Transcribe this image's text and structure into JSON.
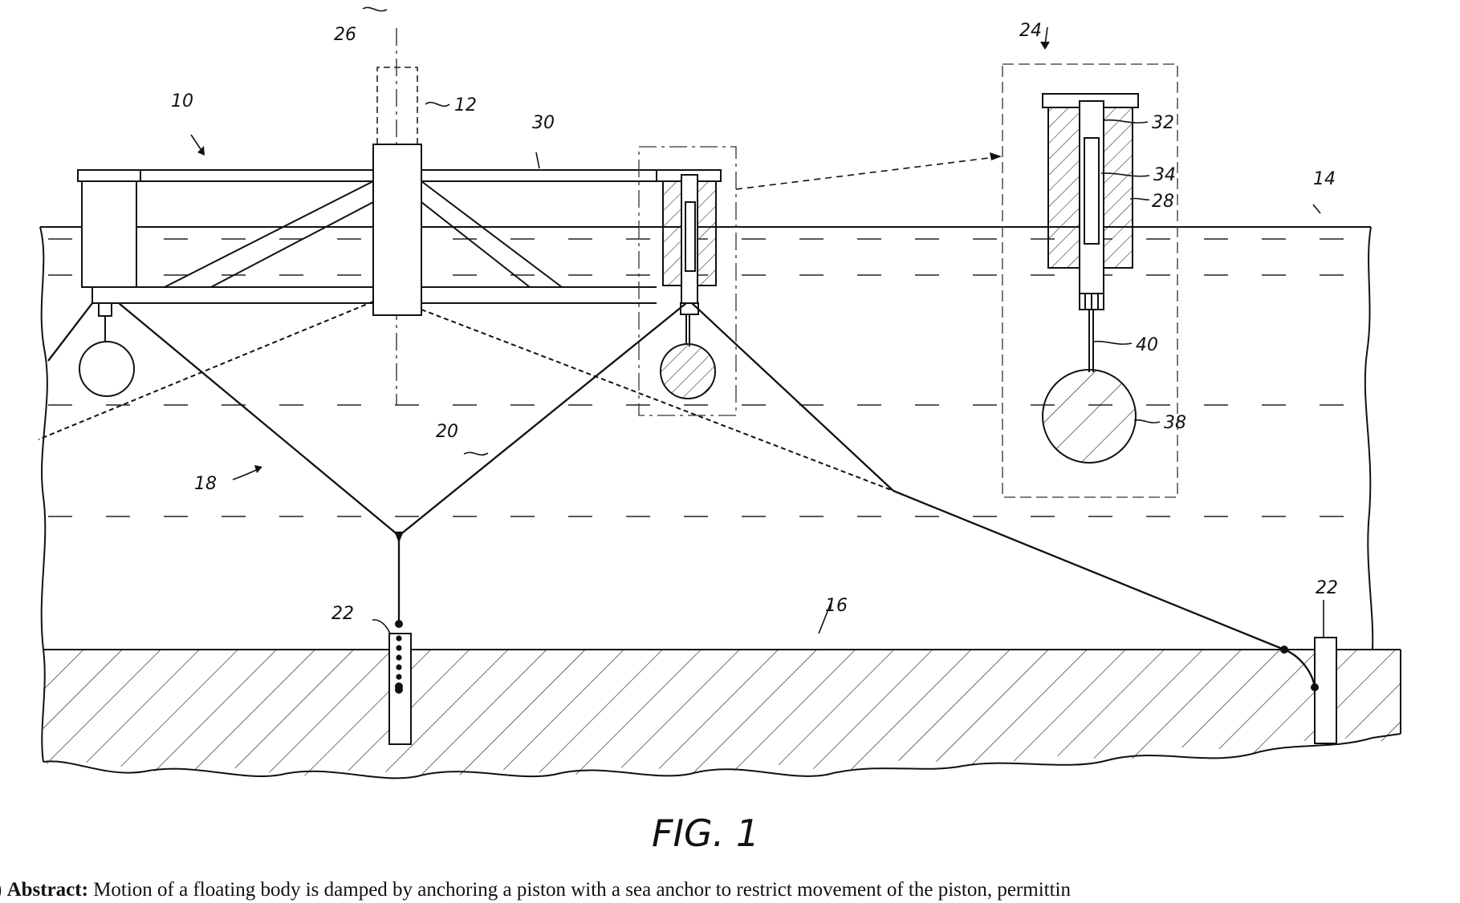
{
  "figure": {
    "caption": "FIG. 1",
    "labels": {
      "l10": "10",
      "l12": "12",
      "l14": "14",
      "l16": "16",
      "l18": "18",
      "l20": "20",
      "l22a": "22",
      "l22b": "22",
      "l24": "24",
      "l26": "26",
      "l28": "28",
      "l30": "30",
      "l32": "32",
      "l34": "34",
      "l38": "38",
      "l40": "40"
    }
  },
  "abstract": {
    "prefix": ") ",
    "heading": "Abstract:",
    "text": " Motion of a floating body is damped by anchoring a piston with a sea anchor to restrict movement of the piston, permittin"
  },
  "colors": {
    "ink": "#111111",
    "background": "#ffffff"
  }
}
